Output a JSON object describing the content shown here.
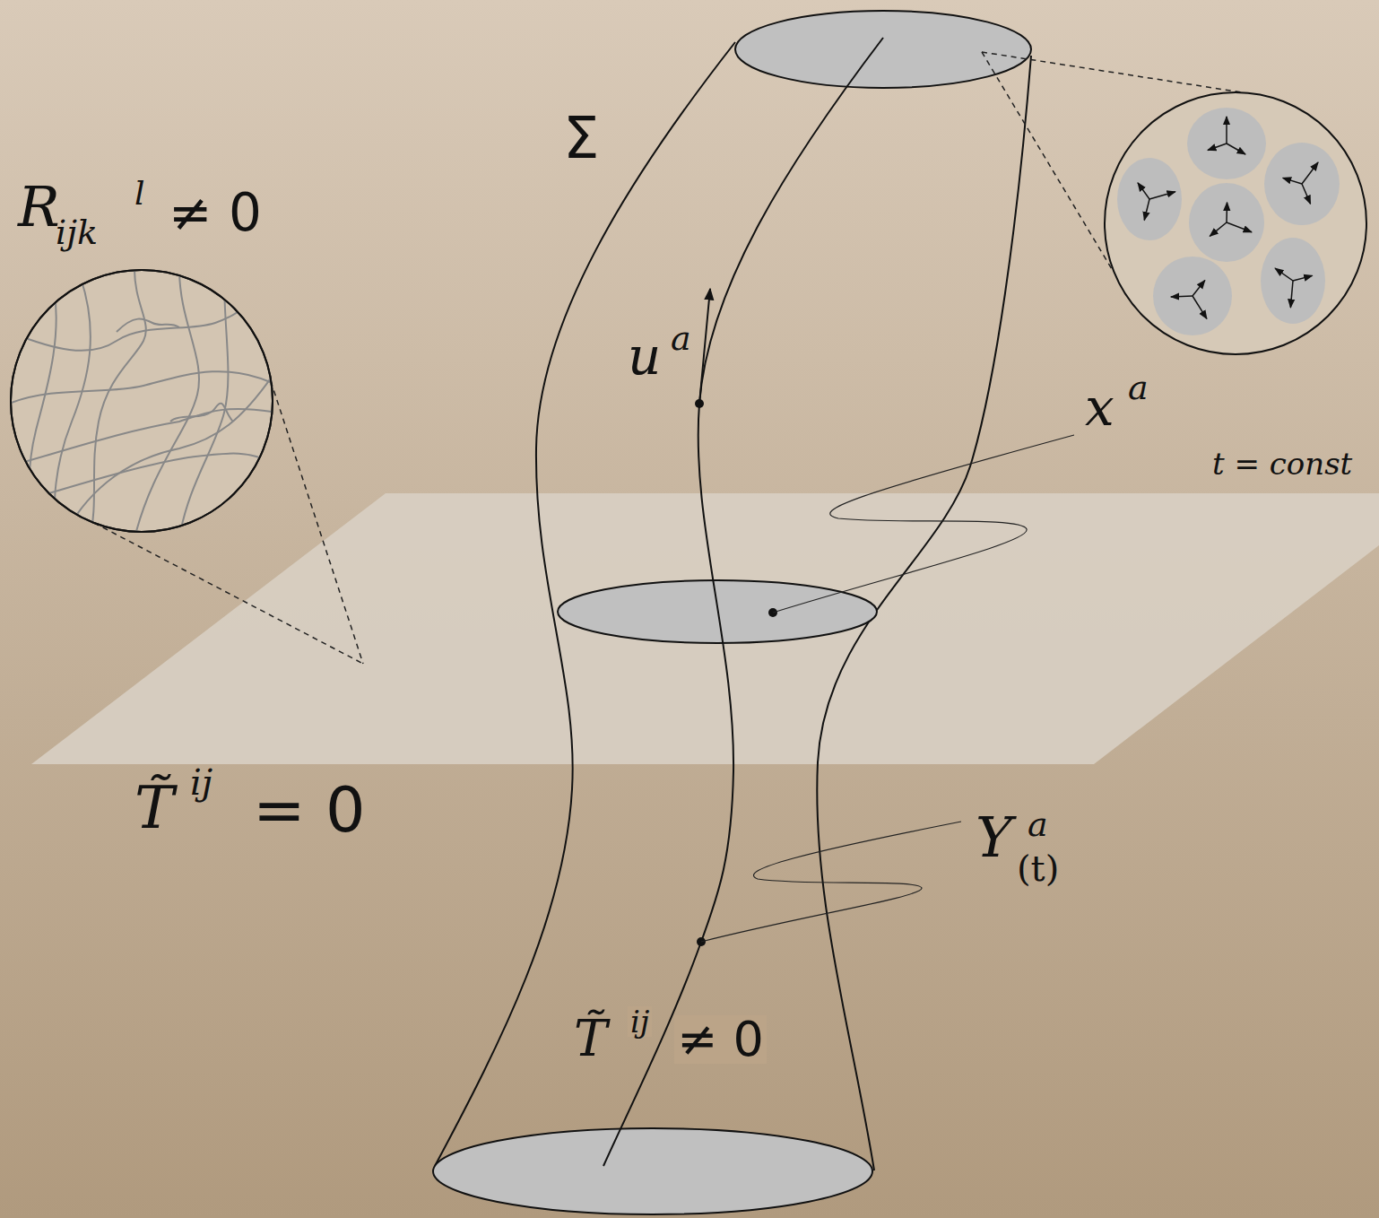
{
  "diagram": {
    "labels": [
      "Σ",
      "R",
      "ijk",
      "l",
      "≠ 0",
      "u",
      "a",
      "x",
      "a",
      "t = const",
      "T̃",
      "ij",
      "= 0",
      "Y",
      "a",
      "(t)",
      "T̃",
      "ij",
      "≠ 0"
    ]
  }
}
